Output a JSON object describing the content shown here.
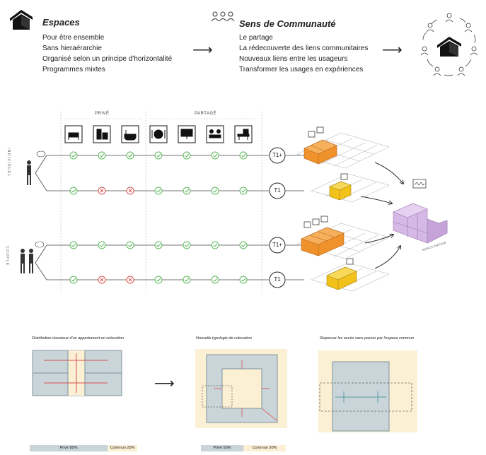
{
  "top": {
    "espaces": {
      "title": "Espaces",
      "lines": [
        "Pour être ensemble",
        "Sans hieraérarchie",
        "Organisé selon un principe d'horizontalité",
        "Programmes mixtes"
      ]
    },
    "communaute": {
      "title": "Sens de Communauté",
      "lines": [
        "Le partage",
        "La rédecouverte des liens communitaires",
        "Nouveaux liens entre les usageurs",
        "Transformer les usages en expériences"
      ]
    },
    "arrow": "⟶"
  },
  "middle": {
    "prive_label": "PRIVÉ",
    "partage_label": "PARTAGÉ",
    "row_types": [
      "T1+",
      "T1",
      "T1+",
      "T1"
    ],
    "rows": [
      [
        "ok",
        "ok",
        "ok",
        "ok",
        "ok",
        "ok",
        "ok",
        "ok"
      ],
      [
        "ok",
        "no",
        "no",
        "ok",
        "ok",
        "ok",
        "ok",
        "ok"
      ],
      [
        "ok",
        "ok",
        "ok",
        "ok",
        "ok",
        "ok",
        "ok",
        "ok"
      ],
      [
        "ok",
        "no",
        "no",
        "ok",
        "ok",
        "ok",
        "ok",
        "ok"
      ]
    ],
    "side_labels": [
      "I N D I V I D U E L",
      "C O U P L E"
    ],
    "espace_partage_label": "ESPACE PARTAGÉ",
    "colors": {
      "ok": "#5cb85c",
      "no": "#d9534f",
      "orange": "#f0922b",
      "yellow": "#f2c21b",
      "purple": "#d5b8e6"
    }
  },
  "bottom": {
    "caption1": "Distribution classieue d'un appartement en colocation",
    "caption2": "Nouvelle typologie de colocation",
    "caption3": "Repenser les accès sans passer par l'espace commun",
    "bar1": {
      "prive": "Privé 80%",
      "commun": "Commun 20%"
    },
    "bar2": {
      "prive": "Privé 50%",
      "commun": "Commun 50%"
    },
    "arrow": "⟶"
  }
}
